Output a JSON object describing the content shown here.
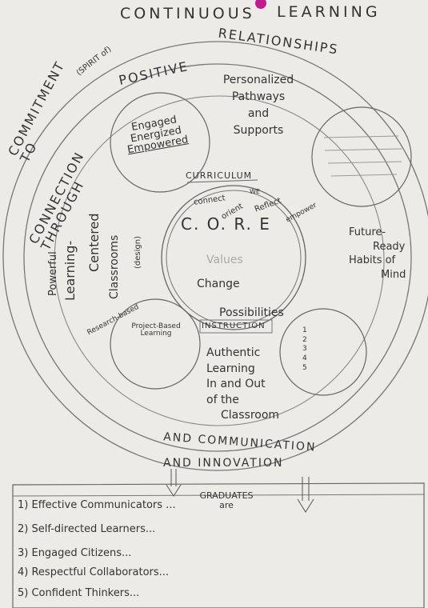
{
  "ring_outer": {
    "continuous": "CONTINUOUS",
    "learning": "LEARNING",
    "commitment": "COMMITMENT TO",
    "spirit_of": "(SPIRIT of)"
  },
  "ring_inner": {
    "positive": "POSITIVE",
    "relationships": "RELATIONSHIPS",
    "connection_through": "CONNECTION THROUGH"
  },
  "bubbles": {
    "engaged": "Engaged",
    "energized": "Energized",
    "empowered": "Empowered",
    "project_based": "Project-Based",
    "learning": "Learning",
    "numbers": "1 2 3 4 5"
  },
  "labels": {
    "personalized": "Personalized",
    "pathways": "Pathways",
    "and": "and",
    "supports": "Supports",
    "future_ready": "Future-",
    "ready": "Ready",
    "habits_of": "Habits of",
    "mind": "Mind",
    "powerful": "Powerful",
    "learning_centered": "Learning-",
    "centered": "Centered",
    "classrooms": "Classrooms",
    "design": "(design)",
    "research_based": "Research-based",
    "authentic": "Authentic",
    "authentic_learning": "Learning",
    "in_and_out": "In and Out",
    "of_the": "of the",
    "classroom": "Classroom"
  },
  "core": {
    "curriculum": "CURRICULUM",
    "connect": "connect",
    "we": "WE",
    "orient": "orient",
    "reflect": "Reflect",
    "empower": "empower",
    "title": "C. O. R. E",
    "values": "Values",
    "change": "Change",
    "possibilities": "Possibilities",
    "instruction": "INSTRUCTION"
  },
  "bottom": {
    "and_communication": "AND  COMMUNICATION",
    "and_innovation": "AND   INNOVATION",
    "graduates_are": "GRADUATES are",
    "list": [
      "1) Effective Communicators ...",
      "2) Self-directed Learners...",
      "3) Engaged Citizens...",
      "4) Respectful Collaborators...",
      "5) Confident Thinkers..."
    ]
  },
  "colors": {
    "paper": "#ecebe8",
    "pencil": "#555555",
    "pin": "#c21a8f"
  }
}
